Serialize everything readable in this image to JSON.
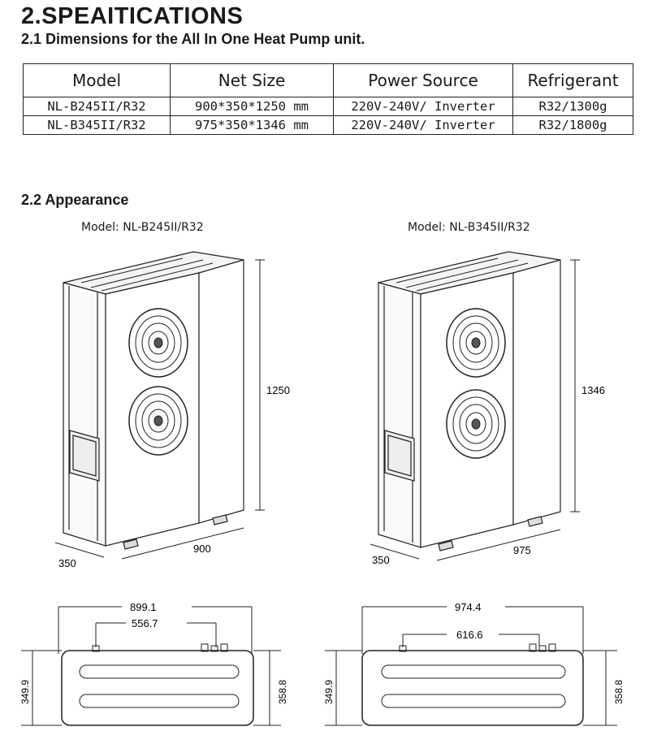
{
  "title": "2.SPEAITICATIONS",
  "section_dimensions": "2.1 Dimensions for the All In One Heat Pump unit.",
  "table": {
    "headers": [
      "Model",
      "Net Size",
      "Power Source",
      "Refrigerant"
    ],
    "rows": [
      [
        "NL-B245II/R32",
        "900*350*1250 mm",
        "220V-240V/ Inverter",
        "R32/1300g"
      ],
      [
        "NL-B345II/R32",
        "975*350*1346 mm",
        "220V-240V/ Inverter",
        "R32/1800g"
      ]
    ]
  },
  "section_appearance": "2.2 Appearance",
  "units": [
    {
      "model_label": "Model: NL-B245II/R32",
      "height": "1250",
      "width": "900",
      "depth": "350",
      "top_width": "899.1",
      "pipe_spacing": "556.7",
      "side_left": "349.9",
      "side_right": "358.8"
    },
    {
      "model_label": "Model: NL-B345II/R32",
      "height": "1346",
      "width": "975",
      "depth": "350",
      "top_width": "974.4",
      "pipe_spacing": "616.6",
      "side_left": "349.9",
      "side_right": "358.8"
    }
  ]
}
